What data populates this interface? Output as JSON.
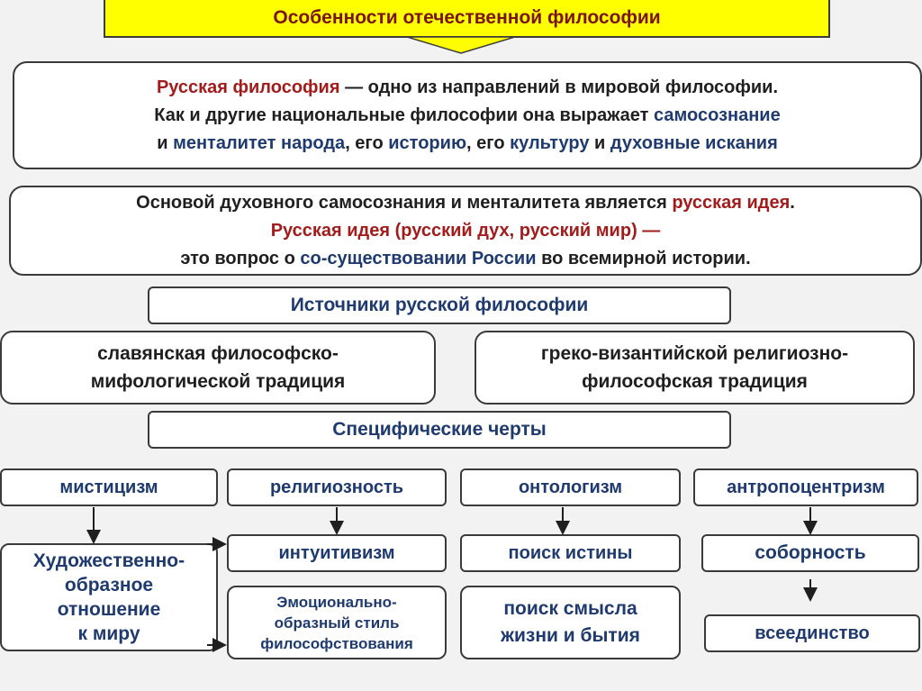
{
  "title": "Особенности отечественной философии",
  "intro": {
    "line1": {
      "term": "Русская философия",
      "rest": " — одно из направлений в мировой философии."
    },
    "line2": {
      "pre": "Как и другие национальные философии она выражает ",
      "term": "самосознание"
    },
    "line3": {
      "pre": "и ",
      "term1": "менталитет народа",
      "mid1": ", его ",
      "term2": "историю",
      "mid2": ", его ",
      "term3": "культуру",
      "mid3": " и ",
      "term4": "духовные искания"
    }
  },
  "idea": {
    "line1": {
      "pre": "Основой духовного самосознания и менталитета является ",
      "term": "русская идея",
      "post": "."
    },
    "line2": "Русская идея (русский дух, русский мир) —",
    "line3": {
      "pre": "это вопрос о ",
      "term": "со-существовании России",
      "post": " во всемирной истории."
    }
  },
  "sources": {
    "heading": "Источники русской философии",
    "left": [
      "славянская философско-",
      "мифологической традиция"
    ],
    "right": [
      "греко-византийской религиозно-",
      "философская традиция"
    ]
  },
  "features": {
    "heading": "Специфические черты",
    "columns": [
      {
        "top": "мистицизм",
        "sub": [
          "Художественно-",
          "образное",
          "отношение",
          "к миру"
        ]
      },
      {
        "top": "религиозность",
        "sub1": "интуитивизм",
        "sub2": [
          "Эмоционально-",
          "образный стиль",
          "философствования"
        ]
      },
      {
        "top": "онтологизм",
        "sub1": "поиск истины",
        "sub2": [
          "поиск смысла",
          "жизни и бытия"
        ]
      },
      {
        "top": "антропоцентризм",
        "sub1": "соборность",
        "sub2": "всеединство"
      }
    ]
  },
  "colors": {
    "banner": "#ffff00",
    "title_text": "#7a1414",
    "accent_red": "#a31c1c",
    "accent_blue": "#1f3a6e",
    "border": "#3a3a3a"
  }
}
